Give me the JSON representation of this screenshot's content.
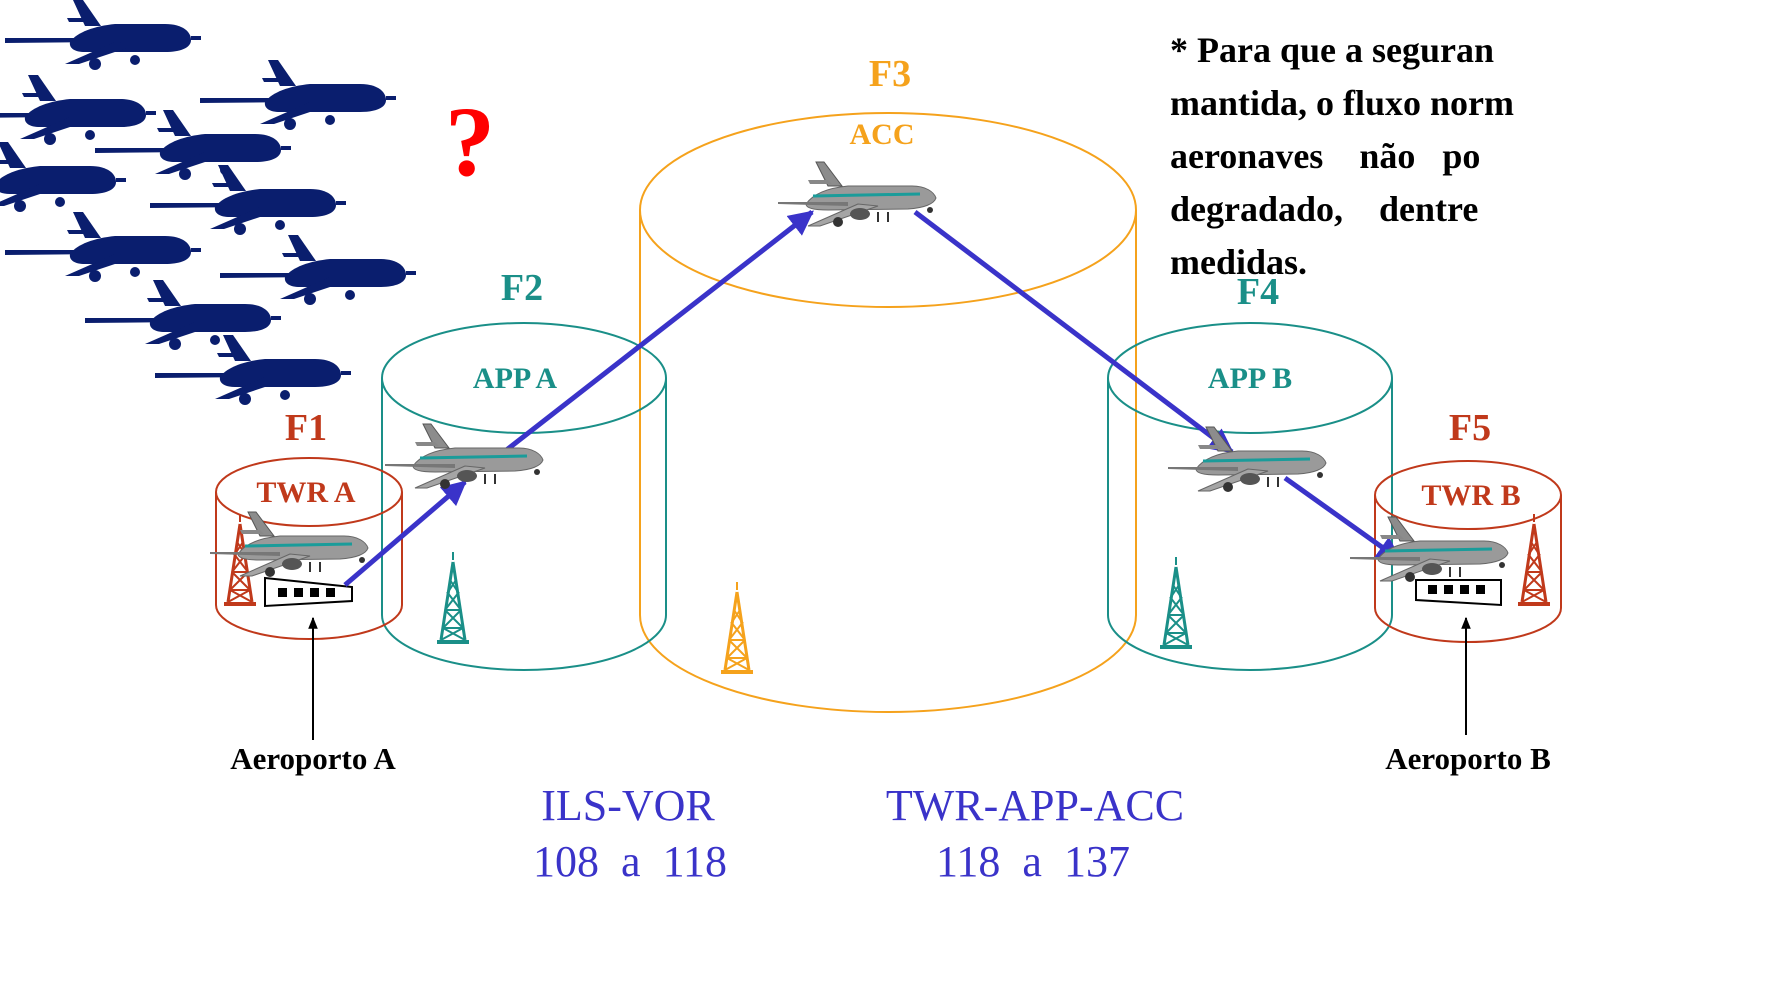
{
  "colors": {
    "twr": "#C0391B",
    "app": "#1A8F88",
    "acc": "#F5A21C",
    "route": "#3A33C9",
    "fleet": "#0A1E6E",
    "question": "#FF0000",
    "freq": "#3A33C9"
  },
  "question_mark": "?",
  "sectors": [
    {
      "id": "F1",
      "name": "TWR A"
    },
    {
      "id": "F2",
      "name": "APP A"
    },
    {
      "id": "F3",
      "name": "ACC"
    },
    {
      "id": "F4",
      "name": "APP B"
    },
    {
      "id": "F5",
      "name": "TWR B"
    }
  ],
  "airports": {
    "a": "Aeroporto A",
    "b": "Aeroporto B"
  },
  "note_lines": [
    "* Para que a seguran",
    "mantida, o fluxo norm",
    "aeronaves    não   po",
    "degradado,    dentre",
    "medidas."
  ],
  "frequencies": {
    "nav": {
      "label": "ILS-VOR",
      "range": "108  a  118"
    },
    "com": {
      "label": "TWR-APP-ACC",
      "range": "118  a  137"
    }
  },
  "icons": {
    "aircraft": "airliner-icon",
    "tower": "radio-tower-icon",
    "runway": "runway-icon",
    "fleet": "aircraft-silhouette-icon"
  }
}
